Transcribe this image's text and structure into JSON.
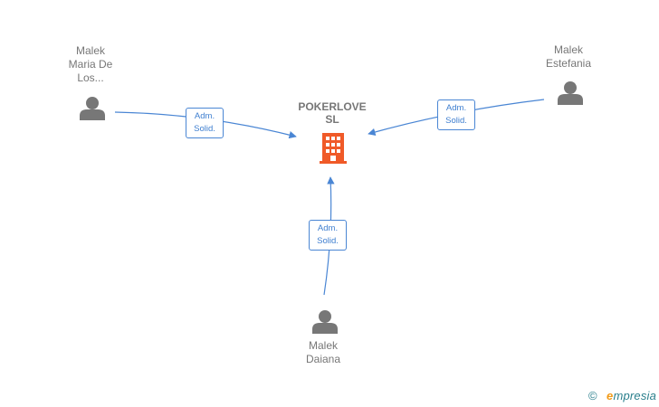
{
  "company": {
    "name_line1": "POKERLOVE",
    "name_line2": "SL",
    "icon": "building-icon",
    "icon_color": "#f05a28"
  },
  "people": [
    {
      "id": "maria",
      "name_lines": [
        "Malek",
        "Maria De",
        "Los..."
      ],
      "icon": "person-icon"
    },
    {
      "id": "estefania",
      "name_lines": [
        "Malek",
        "Estefania"
      ],
      "icon": "person-icon"
    },
    {
      "id": "daiana",
      "name_lines": [
        "Malek",
        "Daiana"
      ],
      "icon": "person-icon"
    }
  ],
  "relations": [
    {
      "from": "maria",
      "label_line1": "Adm.",
      "label_line2": "Solid."
    },
    {
      "from": "estefania",
      "label_line1": "Adm.",
      "label_line2": "Solid."
    },
    {
      "from": "daiana",
      "label_line1": "Adm.",
      "label_line2": "Solid."
    }
  ],
  "colors": {
    "edge": "#4a86d4",
    "person": "#777777",
    "text": "#777777"
  },
  "footer": {
    "copyright_symbol": "©",
    "brand_initial": "e",
    "brand_rest": "mpresia"
  }
}
